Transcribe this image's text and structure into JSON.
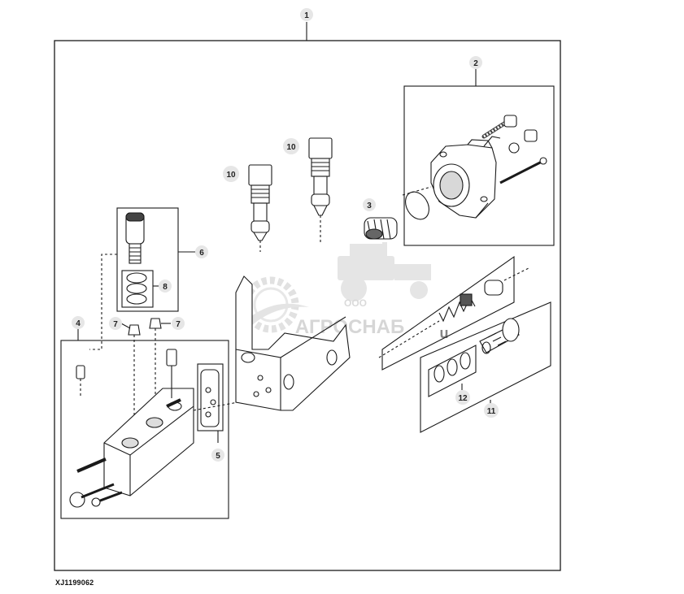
{
  "figure_code": "XJ1199062",
  "callouts": [
    "1",
    "2",
    "3",
    "4",
    "5",
    "6",
    "7",
    "8",
    "10",
    "11",
    "12"
  ],
  "watermark": {
    "small": "ООО",
    "big": "АГРОСНАБ",
    "suffix": "u"
  },
  "colors": {
    "line": "#1a1a1a",
    "callout_fill": "#e6e6e6",
    "watermark": "#c9c9c9"
  }
}
